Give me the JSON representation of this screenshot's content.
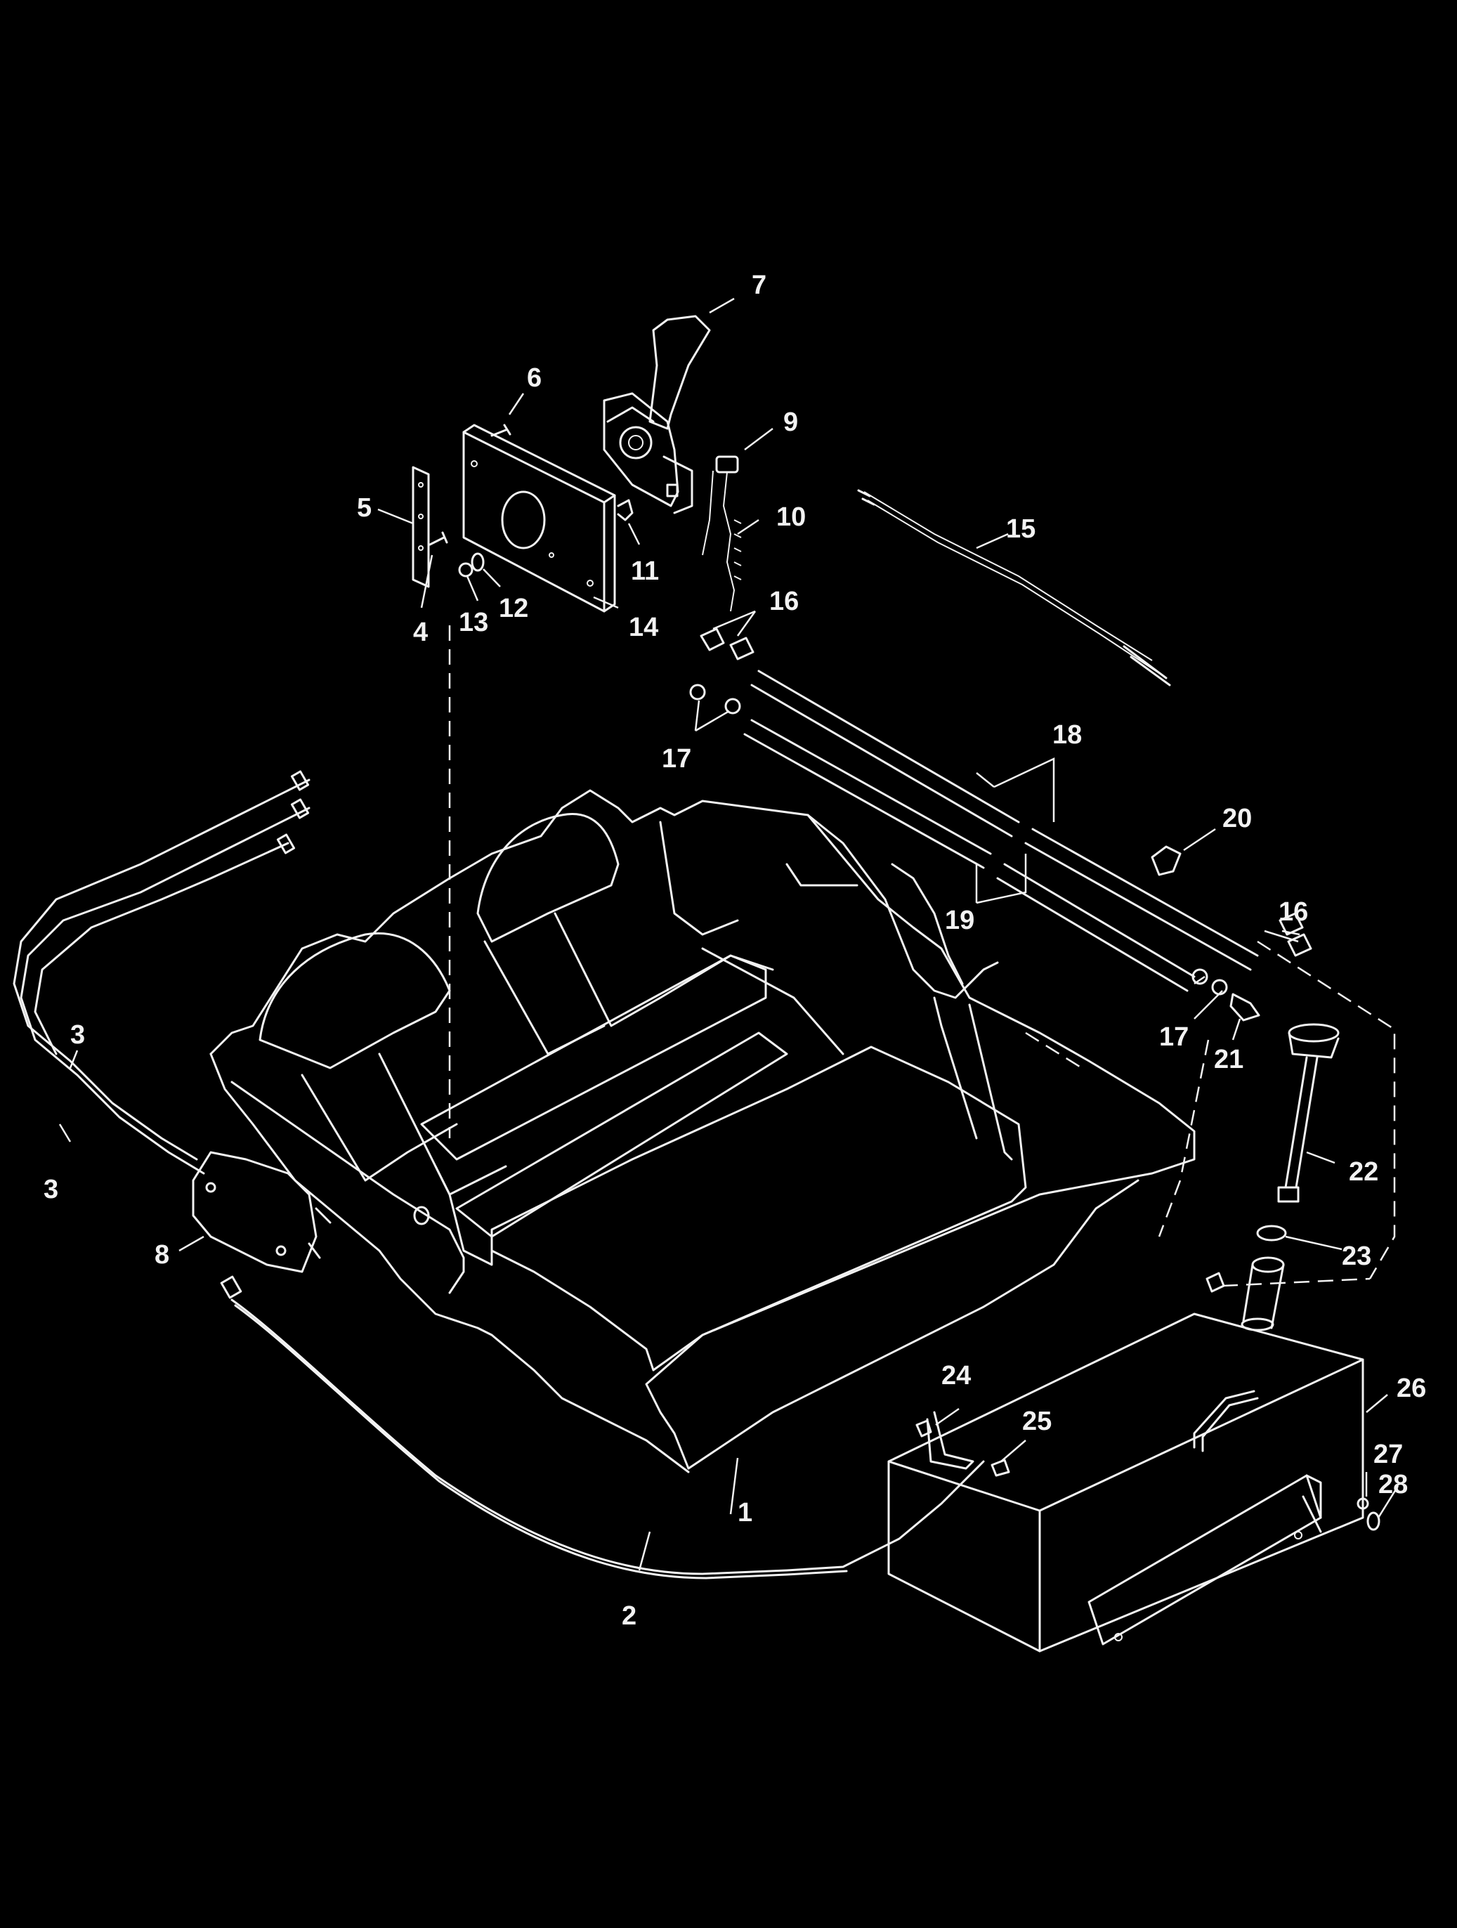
{
  "callouts": {
    "c1": "1",
    "c2": "2",
    "c3a": "3",
    "c3b": "3",
    "c4": "4",
    "c5": "5",
    "c6": "6",
    "c7": "7",
    "c8": "8",
    "c9": "9",
    "c10": "10",
    "c11": "11",
    "c12": "12",
    "c13": "13",
    "c14": "14",
    "c15": "15",
    "c16a": "16",
    "c16b": "16",
    "c17a": "17",
    "c17b": "17",
    "c18": "18",
    "c19": "19",
    "c20": "20",
    "c21": "21",
    "c22": "22",
    "c23": "23",
    "c24": "24",
    "c25": "25",
    "c26": "26",
    "c27": "27",
    "c28": "28"
  },
  "colors": {
    "background": "#000000",
    "line": "#f2f2f2"
  }
}
